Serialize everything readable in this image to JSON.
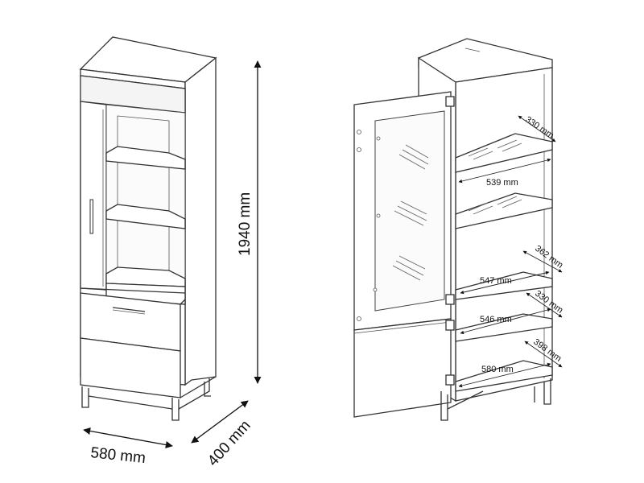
{
  "dimensions": {
    "width": "580 mm",
    "depth": "400 mm",
    "height": "1940 mm"
  },
  "interior": {
    "shelf_depth_top": "330 mm",
    "shelf_width_top": "539 mm",
    "compartment_depth_mid": "362 mm",
    "shelf_width_mid": "547 mm",
    "shelf_depth_lower": "330 mm",
    "shelf_width_lower": "546 mm",
    "compartment_depth_bottom": "398 mm",
    "shelf_width_bottom": "580 mm"
  },
  "colors": {
    "line": "#333333",
    "background": "#ffffff"
  }
}
